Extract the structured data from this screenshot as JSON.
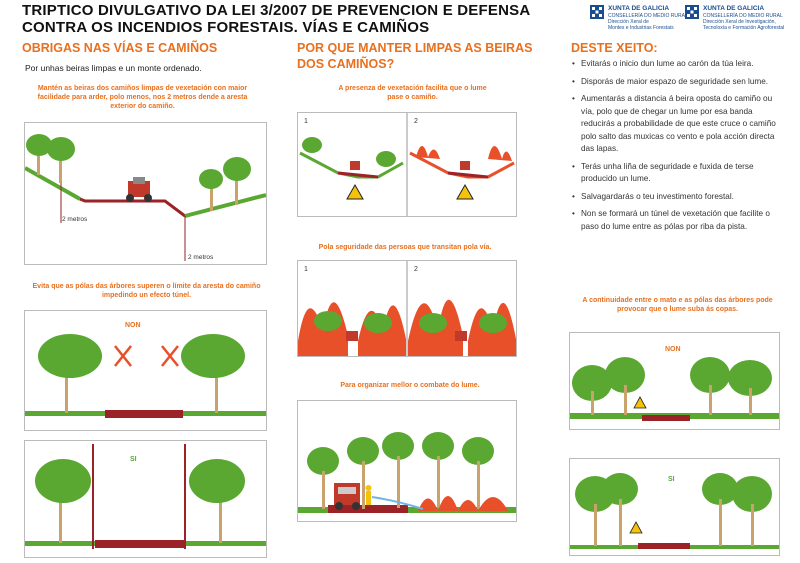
{
  "title": {
    "line1": "TRIPTICO DIVULGATIVO DA LEI 3/2007 DE PREVENCION E DEFENSA",
    "line2": "CONTRA OS INCENDIOS FORESTAIS. VÍAS E CAMIÑOS"
  },
  "logos": [
    {
      "brand": "XUNTA DE GALICIA",
      "line1": "CONSELLERÍA DO MEDIO RURAL",
      "line2": "Dirección Xeral de",
      "line3": "Montes e Industrias Forestais"
    },
    {
      "brand": "XUNTA DE GALICIA",
      "line1": "CONSELLERÍA DO MEDIO RURAL",
      "line2": "Dirección Xeral de Investigación,",
      "line3": "Tecnoloxía e Formación Agroforestal"
    }
  ],
  "col1": {
    "heading": "OBRIGAS NAS VÍAS E CAMIÑOS",
    "intro": "Por unhas beiras limpas e un monte ordenado.",
    "caption1": "Mantén as beiras dos camiños limpas de vexetación con maior facilidade para arder, polo menos, nos 2 metros dende a aresta exterior do camiño.",
    "metros_left": "2 metros",
    "metros_right": "2 metros",
    "caption2": "Evita que as pólas das árbores superen o límite da aresta do camiño impedindo un efecto túnel.",
    "non": "NON",
    "si": "SI"
  },
  "col2": {
    "heading_line1": "POR QUE MANTER LIMPAS AS BEIRAS",
    "heading_line2": "DOS CAMIÑOS?",
    "caption1": "A presenza de vexetación facilita que o lume pase o camiño.",
    "caption2": "Pola seguridade das persoas que transitan pola vía.",
    "caption3": "Para organizar mellor o combate do lume.",
    "num1": "1",
    "num2": "2"
  },
  "col3": {
    "heading": "DESTE XEITO:",
    "bullets": [
      "Evitarás o inicio dun lume ao carón da túa leira.",
      "Disporás de maior espazo de seguridade sen lume.",
      "Aumentarás a distancia á beira oposta do camiño ou vía, polo que de chegar un lume por esa banda reducirás a probabilidade de que este cruce o camiño polo salto das muxicas co vento e pola acción directa das lapas.",
      "Terás unha liña de seguridade e fuxida de terse producido un lume.",
      "Salvagardarás o teu investimento forestal.",
      "Non se formará un túnel de vexetación que facilite o paso do lume entre as pólas por riba da pista."
    ],
    "caption": "A continuidade entre o mato e as pólas das árbores pode provocar que o lume suba ás copas.",
    "non": "NON",
    "si": "SI"
  },
  "colors": {
    "accent": "#e8701e",
    "tree": "#5aa832",
    "trunk": "#c9a36b",
    "road": "#9b2226",
    "fire": "#e8502a",
    "logo_blue": "#1a4d8f"
  }
}
